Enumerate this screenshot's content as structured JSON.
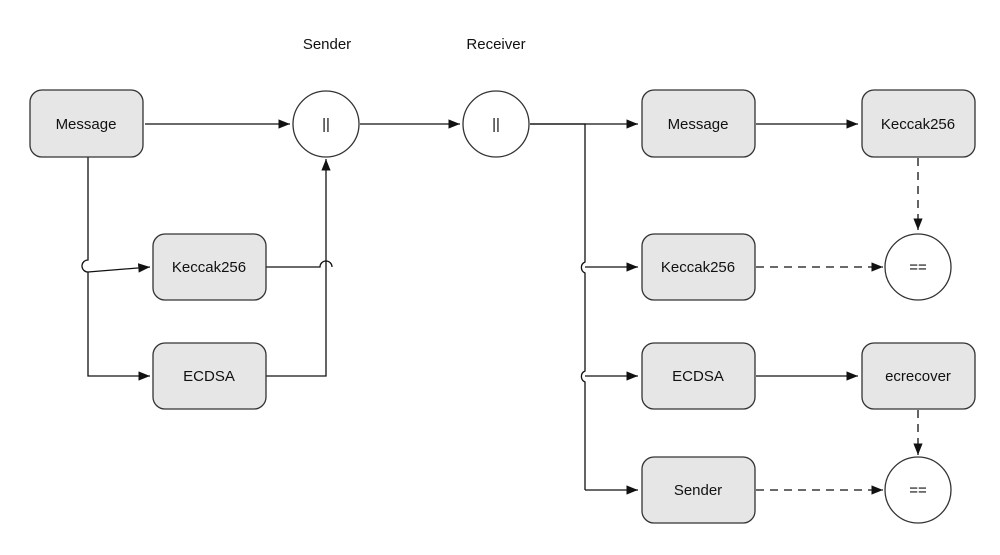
{
  "headers": {
    "sender": "Sender",
    "receiver": "Receiver"
  },
  "nodes": {
    "message": "Message",
    "keccak_sender": "Keccak256",
    "ecdsa_sender": "ECDSA",
    "concat_sender": "||",
    "concat_receiver": "||",
    "message_receiver": "Message",
    "keccak_receiver": "Keccak256",
    "ecdsa_receiver": "ECDSA",
    "sender_receiver": "Sender",
    "keccak_result": "Keccak256",
    "ecrecover": "ecrecover",
    "compare_hash": "==",
    "compare_sender": "=="
  }
}
